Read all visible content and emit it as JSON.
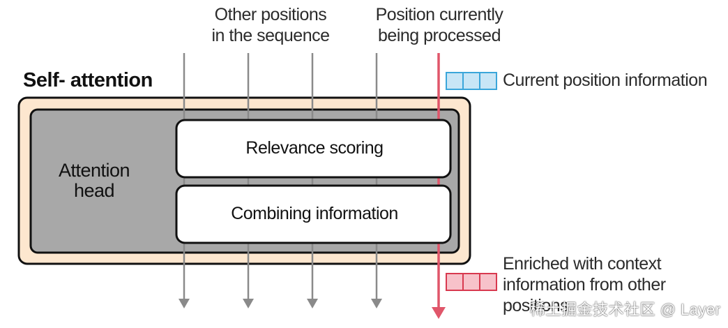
{
  "labels": {
    "other_positions": [
      "Other positions",
      "in the sequence"
    ],
    "current_position": [
      "Position currently",
      "being processed"
    ],
    "self_attention": "Self- attention",
    "attention_head": [
      "Attention",
      "head"
    ],
    "relevance_scoring": "Relevance scoring",
    "combining_information": "Combining information",
    "current_info": "Current position information",
    "enriched": [
      "Enriched with context",
      "information from other",
      "positions"
    ]
  },
  "watermark": "稀土掘金技术社区 @ Layer",
  "colors": {
    "outer_fill": "#fde7cf",
    "head_fill": "#a8a8a8",
    "box_fill": "#ffffff",
    "arrow_gray": "#8a8a8a",
    "arrow_red": "#e0566a",
    "current_vec_fill": "#c8e6f6",
    "current_vec_stroke": "#3aa6da",
    "enriched_vec_fill": "#f7c2ca",
    "enriched_vec_stroke": "#d8394f"
  }
}
